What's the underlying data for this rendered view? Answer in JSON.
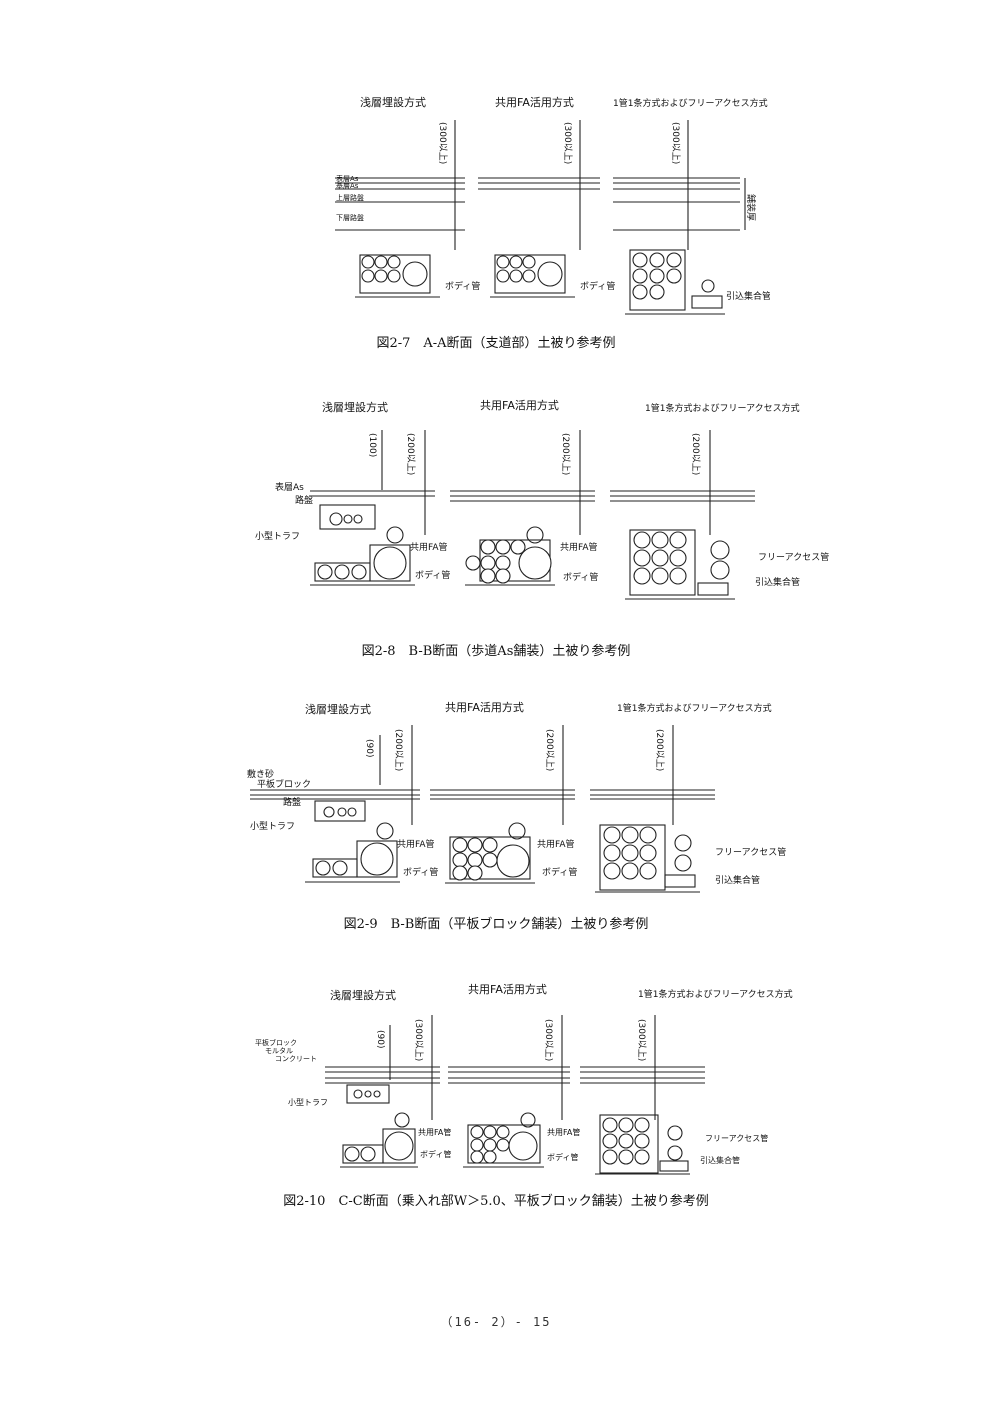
{
  "figures": [
    {
      "id": "fig-2-7",
      "headings": [
        "浅層埋設方式",
        "共用FA活用方式",
        "1管1条方式およびフリーアクセス方式"
      ],
      "depths": [
        "(300以上)",
        "(300以上)",
        "(300以上)"
      ],
      "layers": [
        "表層As",
        "基層As",
        "上層路盤",
        "下層路盤"
      ],
      "side_label": "舗装厚",
      "pipe_labels": [
        "ボディ管",
        "ボディ管",
        "引込集合管"
      ],
      "caption": "図2-7　A-A断面（支道部）土被り参考例"
    },
    {
      "id": "fig-2-8",
      "headings": [
        "浅層埋設方式",
        "共用FA活用方式",
        "1管1条方式およびフリーアクセス方式"
      ],
      "depths": [
        "(100)",
        "(200以上)",
        "(200以上)",
        "(200以上)"
      ],
      "layers": [
        "表層As",
        "路盤"
      ],
      "trough": "小型トラフ",
      "pipe_labels": [
        "共用FA管",
        "ボディ管",
        "共用FA管",
        "ボディ管",
        "フリーアクセス管",
        "引込集合管"
      ],
      "caption": "図2-8　B-B断面（歩道As舗装）土被り参考例"
    },
    {
      "id": "fig-2-9",
      "headings": [
        "浅層埋設方式",
        "共用FA活用方式",
        "1管1条方式およびフリーアクセス方式"
      ],
      "depths": [
        "(90)",
        "(200以上)",
        "(200以上)",
        "(200以上)"
      ],
      "layers": [
        "敷き砂",
        "平板ブロック",
        "路盤"
      ],
      "trough": "小型トラフ",
      "pipe_labels": [
        "共用FA管",
        "ボディ管",
        "共用FA管",
        "ボディ管",
        "フリーアクセス管",
        "引込集合管"
      ],
      "caption": "図2-9　B-B断面（平板ブロック舗装）土被り参考例"
    },
    {
      "id": "fig-2-10",
      "headings": [
        "浅層埋設方式",
        "共用FA活用方式",
        "1管1条方式およびフリーアクセス方式"
      ],
      "depths": [
        "(90)",
        "(300以上)",
        "(300以上)",
        "(300以上)"
      ],
      "layers": [
        "平板ブロック",
        "モルタル",
        "コンクリート"
      ],
      "trough": "小型トラフ",
      "pipe_labels": [
        "共用FA管",
        "ボディ管",
        "共用FA管",
        "ボディ管",
        "フリーアクセス管",
        "引込集合管"
      ],
      "caption": "図2-10　C-C断面（乗入れ部W＞5.0、平板ブロック舗装）土被り参考例"
    }
  ],
  "page_number": "（16- 2）- 15"
}
